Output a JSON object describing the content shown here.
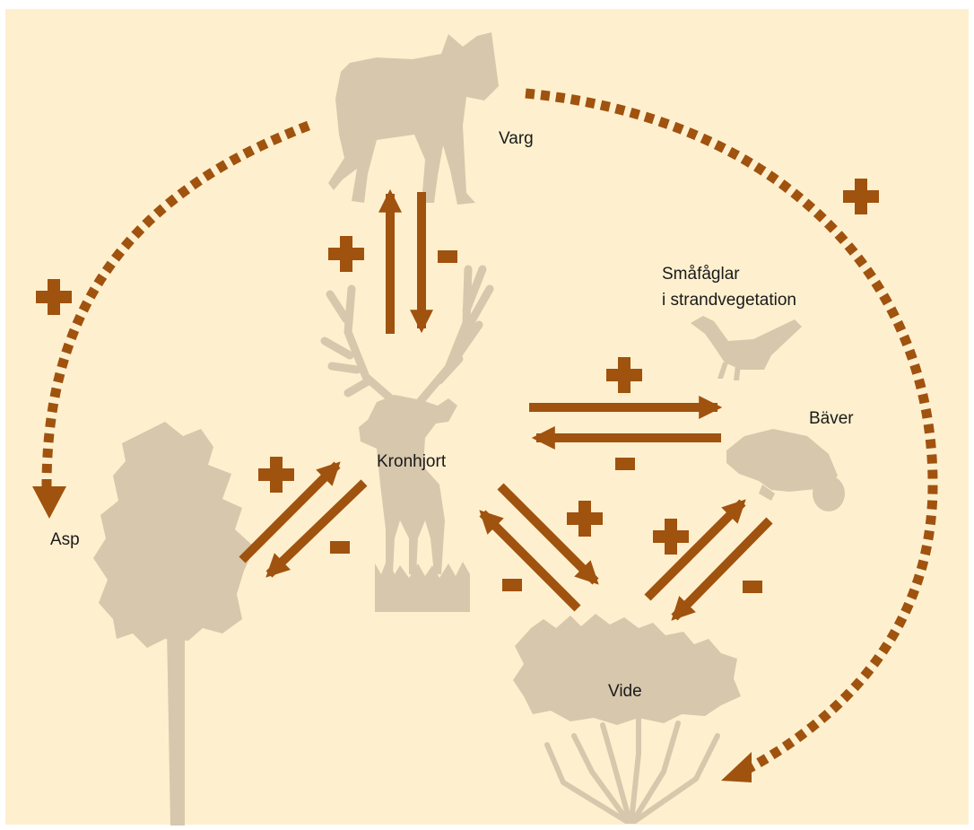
{
  "colors": {
    "background": "#FEF0CE",
    "frame": "#FFFFFF",
    "silhouette": "#D7C7AC",
    "arrow": "#A0520F",
    "label": "#1A1A1A"
  },
  "labels": {
    "wolf": "Varg",
    "birds_line1": "Småfåglar",
    "birds_line2": "i strandvegetation",
    "beaver": "Bäver",
    "deer": "Kronhjort",
    "aspen": "Asp",
    "willow": "Vide"
  },
  "signs": {
    "plus": "+",
    "minus": "-"
  },
  "icons": {
    "wolf": "wolf-icon",
    "deer": "red-deer-icon",
    "aspen": "aspen-tree-icon",
    "willow": "willow-shrub-icon",
    "bird": "bird-icon",
    "beaver": "beaver-icon"
  }
}
